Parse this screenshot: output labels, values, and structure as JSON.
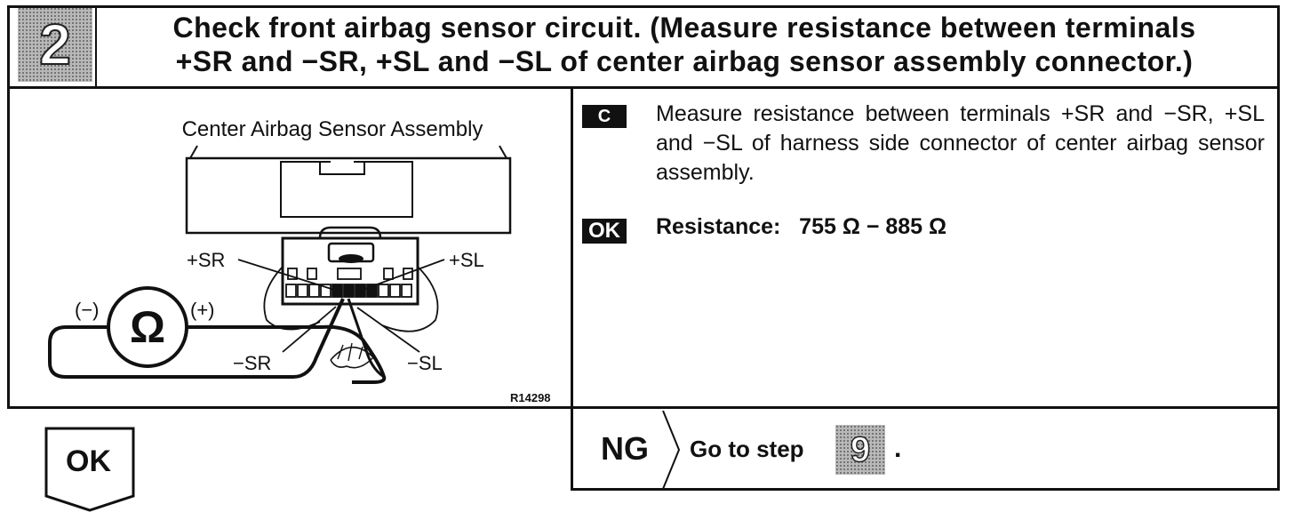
{
  "header": {
    "step_number": "2",
    "title_line1": "Check front airbag sensor circuit. (Measure resistance between terminals",
    "title_line2": "+SR and −SR, +SL and −SL of center airbag sensor assembly connector.)"
  },
  "figure": {
    "caption": "Center Airbag Sensor Assembly",
    "label_plus_sr": "+SR",
    "label_plus_sl": "+SL",
    "label_minus_sr": "−SR",
    "label_minus_sl": "−SL",
    "label_neg": "(−)",
    "label_pos": "(+)",
    "ohm_symbol": "Ω",
    "figure_code": "R14298"
  },
  "instruction": {
    "tag": "C",
    "text": "Measure resistance between terminals +SR and −SR, +SL and −SL of harness side connector of center airbag sensor assembly."
  },
  "spec": {
    "tag": "OK",
    "text": "Resistance:   755 Ω − 885 Ω"
  },
  "result_ok": {
    "label": "OK"
  },
  "result_ng": {
    "label": "NG",
    "goto_text": "Go to step",
    "target_step": "9",
    "period": "."
  }
}
